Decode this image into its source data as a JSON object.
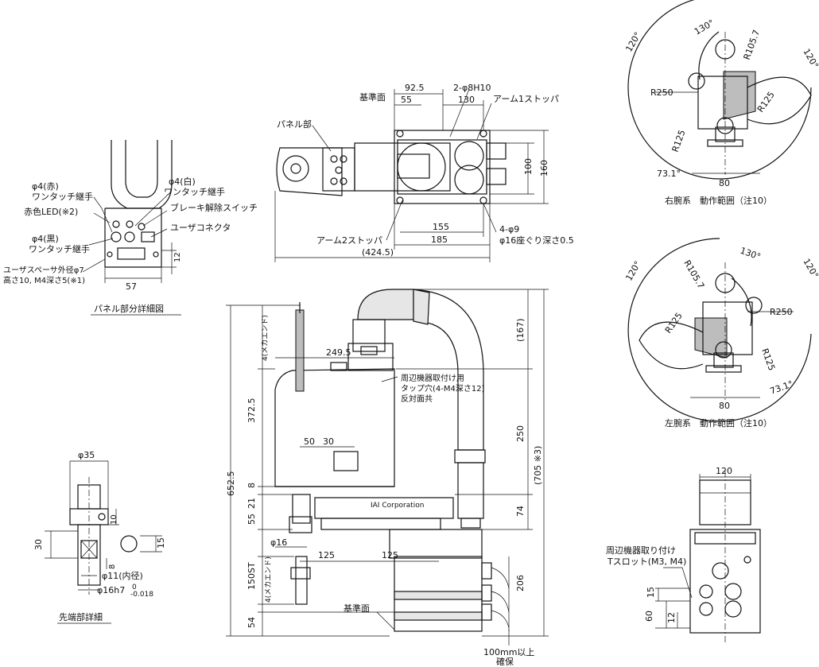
{
  "top_view": {
    "label_kijunmen": "基準面",
    "label_panel": "パネル部",
    "label_arm1_stopper": "アーム1ストッパ",
    "label_arm2_stopper": "アーム2ストッパ",
    "dim_92_5": "92.5",
    "dim_55": "55",
    "dim_2_phi8": "2-φ8H10",
    "dim_130": "130",
    "dim_100": "100",
    "dim_160": "160",
    "dim_155": "155",
    "dim_185": "185",
    "dim_424_5": "(424.5)",
    "dim_4phi9": "4-φ9",
    "dim_counterbore": "φ16座ぐり深さ0.5"
  },
  "panel_detail": {
    "title": "パネル部分詳細図",
    "label_phi4_red": "φ4(赤)",
    "label_phi4_red_2": "ワンタッチ継手",
    "label_red_led": "赤色LED(※2)",
    "label_phi4_black": "φ4(黒)",
    "label_phi4_black_2": "ワンタッチ継手",
    "label_spacer_1": "ユーザスペーサ外径φ7",
    "label_spacer_2": "高さ10, M4深さ5(※1)",
    "label_phi4_white": "φ4(白)",
    "label_phi4_white_2": "ワンタッチ継手",
    "label_brake": "ブレーキ解除スイッチ",
    "label_connector": "ユーザコネクタ",
    "dim_12": "12",
    "dim_57": "57"
  },
  "tip_detail": {
    "title": "先端部詳細",
    "dim_phi35": "φ35",
    "dim_10": "10",
    "dim_30": "30",
    "dim_15": "15",
    "dim_8": "8",
    "dim_phi11": "φ11(内径)",
    "dim_phi16h7": "φ16h7",
    "dim_tol_upper": "0",
    "dim_tol_lower": "-0.018"
  },
  "side_view": {
    "label_tap": "周辺機器取付け用",
    "label_tap_2": "タップ穴(4-M4深さ12)",
    "label_tap_3": "反対面共",
    "label_kijunmen": "基準面",
    "label_clearance": "100mm以上",
    "label_clearance_2": "確保",
    "logo": "IAI Corporation",
    "dim_249_5": "249.5",
    "dim_652_5": "652.5",
    "dim_372_5": "372.5",
    "dim_4_mech_end": "4(メカエンド)",
    "dim_4_mech_end_2": "4(メカエンド)",
    "dim_50": "50",
    "dim_30": "30",
    "dim_8": "8",
    "dim_21": "21",
    "dim_55": "55",
    "dim_phi16": "φ16",
    "dim_125a": "125",
    "dim_125b": "125",
    "dim_150st": "150ST",
    "dim_54": "54",
    "dim_167": "(167)",
    "dim_250": "250",
    "dim_705": "(705 ※3)",
    "dim_74": "74",
    "dim_206": "206"
  },
  "right_arm": {
    "title": "右腕系　動作範囲（注10）",
    "ang_120": "120°",
    "ang_130": "130°",
    "r105": "R105.7",
    "r250": "R250",
    "r125a": "R125",
    "r125b": "R125",
    "ang_73": "73.1°",
    "dim_80": "80"
  },
  "left_arm": {
    "title": "左腕系　動作範囲（注10）",
    "ang_120": "120°",
    "ang_130": "130°",
    "r105": "R105.7",
    "r250": "R250",
    "r125a": "R125",
    "r125b": "R125",
    "ang_73": "73.1°",
    "dim_80": "80"
  },
  "rear_view": {
    "label_slot": "周辺機器取り付け",
    "label_slot_2": "Tスロット(M3, M4)",
    "dim_120": "120",
    "dim_15": "15",
    "dim_60": "60",
    "dim_12": "12"
  }
}
